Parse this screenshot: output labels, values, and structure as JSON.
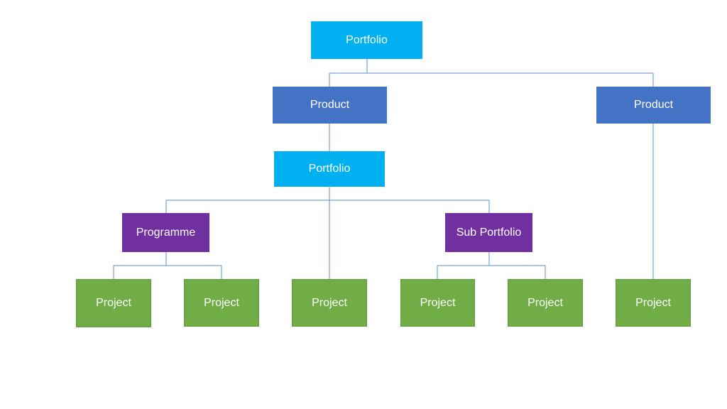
{
  "diagram": {
    "portfolio_top": "Portfolio",
    "product_left": "Product",
    "product_right": "Product",
    "portfolio_mid": "Portfolio",
    "programme": "Programme",
    "sub_portfolio": "Sub Portfolio",
    "projects": [
      "Project",
      "Project",
      "Project",
      "Project",
      "Project",
      "Project"
    ]
  },
  "colors": {
    "portfolio": "#00b0f0",
    "product": "#4472c4",
    "programme": "#7030a0",
    "project": "#70ad47",
    "connector": "#5b8dd6"
  }
}
